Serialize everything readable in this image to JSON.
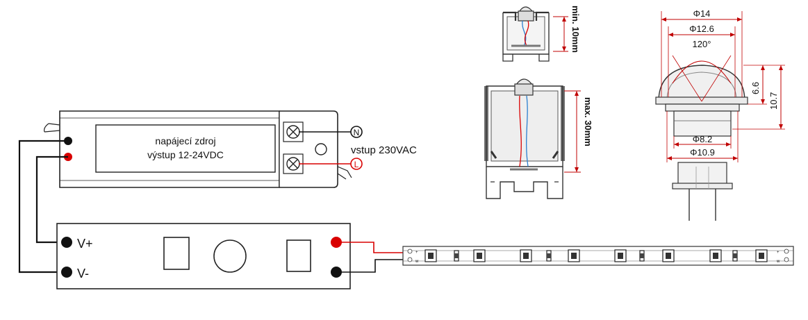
{
  "power_supply": {
    "label_line1": "napájecí zdroj",
    "label_line2": "výstup 12-24VDC",
    "terminal_n": "N",
    "terminal_l": "L",
    "input_label": "vstup 230VAC"
  },
  "controller": {
    "v_plus": "V+",
    "v_minus": "V-"
  },
  "strip": {
    "plus_mark": "+",
    "w_mark": "w"
  },
  "profile_small": {
    "dimension": "min. 10mm"
  },
  "profile_large": {
    "dimension": "max. 30mm"
  },
  "sensor": {
    "d14": "Φ14",
    "d12_6": "Φ12.6",
    "angle": "120°",
    "h6_6": "6.6",
    "h10_7": "10.7",
    "d8_2": "Φ8.2",
    "d10_9": "Φ10.9"
  },
  "colors": {
    "line": "#111111",
    "red": "#d90000",
    "dim": "#c00000",
    "gray": "#777777",
    "blue": "#2a7fd0"
  }
}
